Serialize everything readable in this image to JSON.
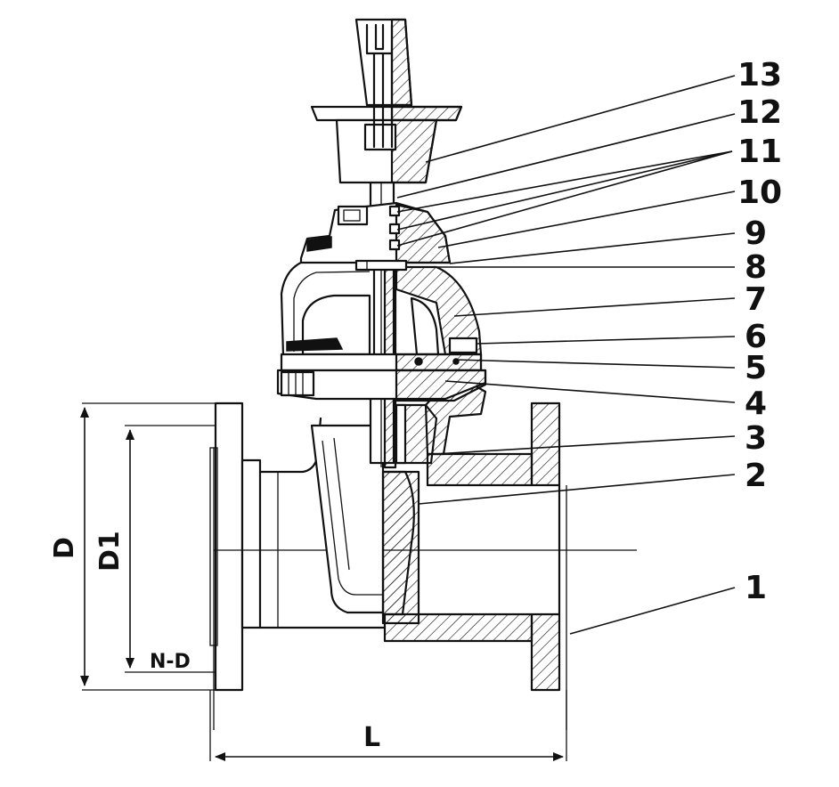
{
  "callouts": [
    {
      "label": "13"
    },
    {
      "label": "12"
    },
    {
      "label": "11"
    },
    {
      "label": "10"
    },
    {
      "label": "9"
    },
    {
      "label": "8"
    },
    {
      "label": "7"
    },
    {
      "label": "6"
    },
    {
      "label": "5"
    },
    {
      "label": "4"
    },
    {
      "label": "3"
    },
    {
      "label": "2"
    },
    {
      "label": "1"
    }
  ],
  "dimensions": {
    "outer_diameter": "D",
    "bolt_circle": "D1",
    "bolt_holes": "N-D",
    "length": "L"
  }
}
